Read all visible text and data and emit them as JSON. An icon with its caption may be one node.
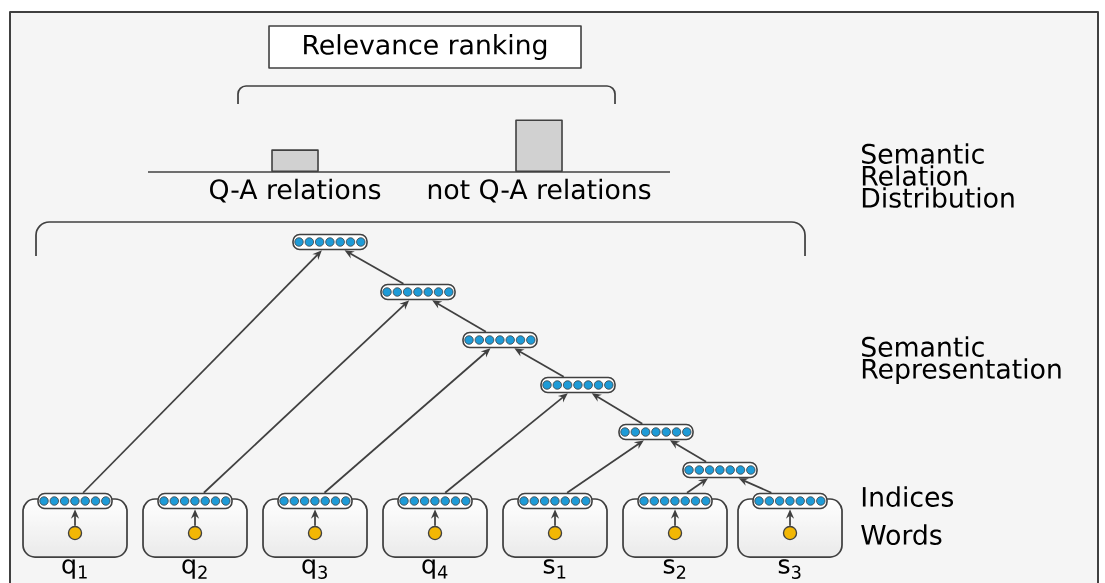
{
  "diagram": {
    "nodes": [
      {
        "text": [
          "Relevance ranking"
        ]
      },
      {
        "text": [],
        "shape": "bar",
        "beside": [
          "Q-A relations"
        ]
      },
      {
        "text": [],
        "shape": "bar",
        "beside": [
          "not Q-A relations"
        ]
      },
      {
        "text": [],
        "shape": "bar"
      },
      {
        "text": [],
        "shape": "bar"
      },
      {
        "text": [],
        "shape": "bar"
      },
      {
        "text": [],
        "shape": "bar"
      },
      {
        "text": [],
        "shape": "bar"
      },
      {
        "text": [],
        "shape": "bar"
      },
      {
        "text": [],
        "shape": "box",
        "beside": [
          "q$_{1}$"
        ]
      },
      {
        "text": [],
        "shape": "bar",
        "in": 9
      },
      {
        "text": [],
        "shape": "circle",
        "in": 9
      },
      {
        "text": [],
        "shape": "box",
        "beside": [
          "q$_{2}$"
        ]
      },
      {
        "text": [],
        "shape": "bar",
        "in": 12
      },
      {
        "text": [],
        "shape": "circle",
        "in": 12
      },
      {
        "text": [],
        "shape": "box",
        "beside": [
          "q$_{3}$"
        ]
      },
      {
        "text": [],
        "shape": "bar",
        "in": 15
      },
      {
        "text": [],
        "shape": "circle",
        "in": 15
      },
      {
        "text": [],
        "shape": "box",
        "beside": [
          "q$_{4}$"
        ]
      },
      {
        "text": [],
        "shape": "bar",
        "in": 18
      },
      {
        "text": [],
        "shape": "circle",
        "in": 18
      },
      {
        "text": [],
        "shape": "box",
        "beside": [
          "s$_{1}$"
        ]
      },
      {
        "text": [],
        "shape": "bar",
        "in": 21
      },
      {
        "text": [],
        "shape": "circle",
        "in": 21
      },
      {
        "text": [],
        "shape": "box",
        "beside": [
          "s$_{2}$"
        ]
      },
      {
        "text": [],
        "shape": "bar",
        "in": 24
      },
      {
        "text": [],
        "shape": "circle",
        "in": 24
      },
      {
        "text": [],
        "shape": "box",
        "beside": [
          "s$_{3}$"
        ]
      },
      {
        "text": [],
        "shape": "bar",
        "in": 27
      },
      {
        "text": [],
        "shape": "circle",
        "in": 27
      }
    ],
    "edges": [
      {
        "from": 11,
        "to": 10,
        "arrow": "to"
      },
      {
        "from": 14,
        "to": 13,
        "arrow": "to"
      },
      {
        "from": 17,
        "to": 16,
        "arrow": "to"
      },
      {
        "from": 20,
        "to": 19,
        "arrow": "to"
      },
      {
        "from": 23,
        "to": 22,
        "arrow": "to"
      },
      {
        "from": 26,
        "to": 25,
        "arrow": "to"
      },
      {
        "from": 29,
        "to": 28,
        "arrow": "to"
      },
      {
        "from": 10,
        "to": 3,
        "arrow": "to"
      },
      {
        "from": 13,
        "to": 4,
        "arrow": "to"
      },
      {
        "from": 16,
        "to": 5,
        "arrow": "to"
      },
      {
        "from": 19,
        "to": 6,
        "arrow": "to"
      },
      {
        "from": 22,
        "to": 7,
        "arrow": "to"
      },
      {
        "from": 25,
        "to": 8,
        "arrow": "to"
      },
      {
        "from": 28,
        "to": 8,
        "arrow": "to"
      },
      {
        "from": 8,
        "to": 7,
        "arrow": "to"
      },
      {
        "from": 7,
        "to": 6,
        "arrow": "to"
      },
      {
        "from": 6,
        "to": 5,
        "arrow": "to"
      },
      {
        "from": 5,
        "to": 4,
        "arrow": "to"
      },
      {
        "from": 4,
        "to": 3,
        "arrow": "to"
      }
    ],
    "labels": [
      "Semantic Relation Distribution",
      "Semantic Representation",
      "Indices",
      "Words"
    ]
  }
}
